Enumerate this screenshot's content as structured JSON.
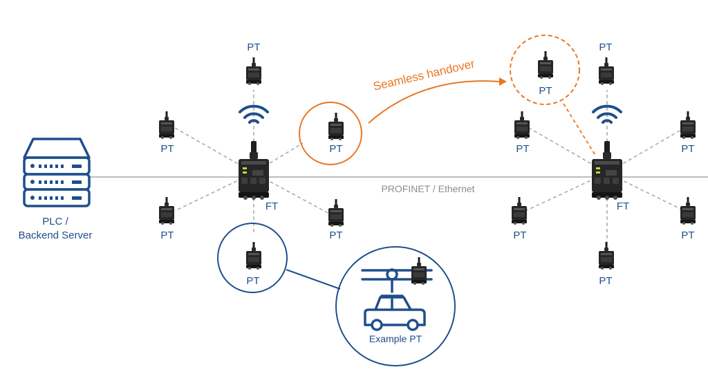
{
  "server": {
    "label_line1": "PLC /",
    "label_line2": "Backend Server",
    "icon": "server-rack-icon"
  },
  "network_label": "PROFINET / Ethernet",
  "handover_label": "Seamless handover",
  "ft_label": "FT",
  "pt_label": "PT",
  "example_label": "Example PT",
  "colors": {
    "blue": "#1f4e8c",
    "orange": "#e87722",
    "line_gray": "#a6a6a6",
    "device_dark": "#1e1e1e"
  },
  "icons": {
    "wifi": "wifi-signal-icon",
    "car": "car-icon",
    "device": "radio-module-icon"
  }
}
